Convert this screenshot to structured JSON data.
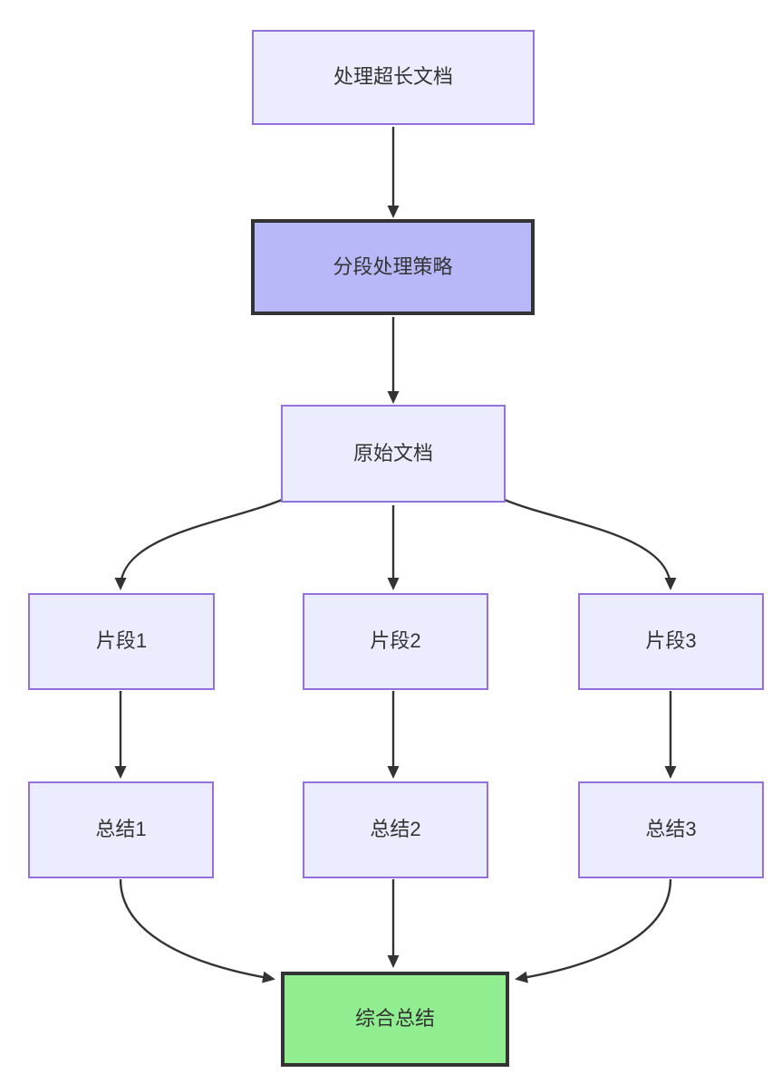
{
  "diagram": {
    "type": "flowchart",
    "direction": "top-down",
    "nodes": [
      {
        "id": "A",
        "label": "处理超长文档",
        "style": "default"
      },
      {
        "id": "B",
        "label": "分段处理策略",
        "style": "highlight-purple"
      },
      {
        "id": "C",
        "label": "原始文档",
        "style": "default"
      },
      {
        "id": "D",
        "label": "片段1",
        "style": "default"
      },
      {
        "id": "E",
        "label": "片段2",
        "style": "default"
      },
      {
        "id": "F",
        "label": "片段3",
        "style": "default"
      },
      {
        "id": "G",
        "label": "总结1",
        "style": "default"
      },
      {
        "id": "H",
        "label": "总结2",
        "style": "default"
      },
      {
        "id": "I",
        "label": "总结3",
        "style": "default"
      },
      {
        "id": "J",
        "label": "综合总结",
        "style": "highlight-green"
      }
    ],
    "edges": [
      {
        "from": "A",
        "to": "B"
      },
      {
        "from": "B",
        "to": "C"
      },
      {
        "from": "C",
        "to": "D"
      },
      {
        "from": "C",
        "to": "E"
      },
      {
        "from": "C",
        "to": "F"
      },
      {
        "from": "D",
        "to": "G"
      },
      {
        "from": "E",
        "to": "H"
      },
      {
        "from": "F",
        "to": "I"
      },
      {
        "from": "G",
        "to": "J"
      },
      {
        "from": "H",
        "to": "J"
      },
      {
        "from": "I",
        "to": "J"
      }
    ],
    "colors": {
      "background": "#ffffff",
      "node_fill": "#ececff",
      "node_border": "#9370db",
      "highlight_purple_fill": "#b8b8f8",
      "highlight_green_fill": "#90ee90",
      "highlight_border": "#333333",
      "edge": "#333333",
      "text": "#333333"
    }
  }
}
